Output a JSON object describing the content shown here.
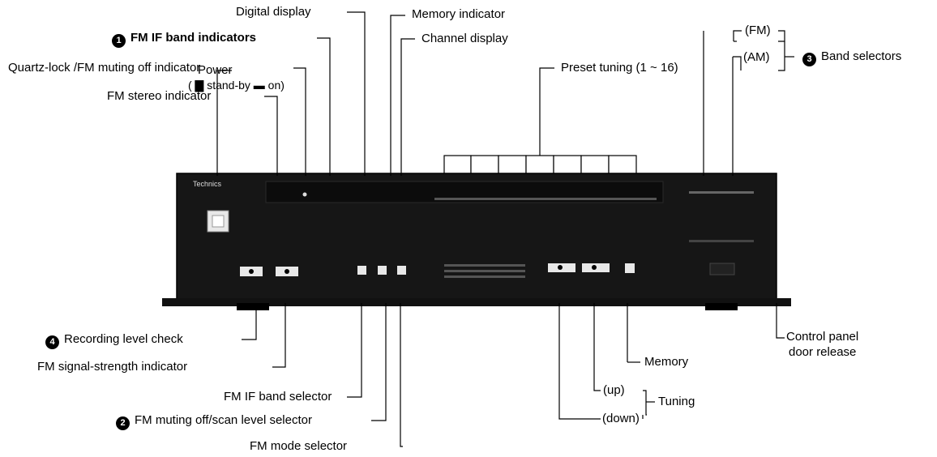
{
  "labels": {
    "digital_display": "Digital display",
    "memory_indicator": "Memory indicator",
    "fm_if_band_indicators": "FM IF band indicators",
    "channel_display": "Channel display",
    "quartz_lock": "Quartz-lock /FM muting off indicator",
    "preset_tuning": "Preset tuning (1 ~ 16)",
    "fm_stereo_indicator": "FM stereo indicator",
    "fm": "(FM)",
    "am": "(AM)",
    "band_selectors": "Band selectors",
    "power": "Power",
    "power_modes": "( ▇ stand-by ▬ on)",
    "recording_level_check": "Recording level check",
    "fm_signal_strength": "FM signal-strength indicator",
    "fm_if_band_selector": "FM IF band selector",
    "fm_muting_off": "FM muting off/scan level selector",
    "fm_mode_selector": "FM mode selector",
    "memory": "Memory",
    "up": "(up)",
    "down": "(down)",
    "tuning": "Tuning",
    "control_panel_door_release_1": "Control panel",
    "control_panel_door_release_2": "door release"
  },
  "badges": {
    "one": "1",
    "two": "2",
    "three": "3",
    "four": "4"
  },
  "device": {
    "brand": "Technics"
  }
}
